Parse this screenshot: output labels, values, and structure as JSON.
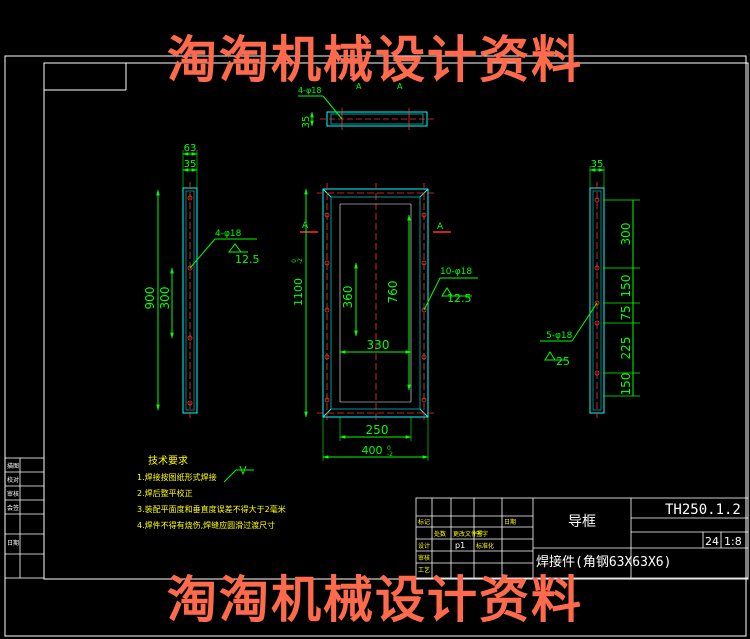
{
  "watermark": "淘淘机械设计资料",
  "colors": {
    "frame": "#ffffff",
    "outline": "#00ffff",
    "centerline": "#ff3030",
    "dimension": "#00ff00",
    "watermark": "#ff6a4d",
    "yellow_text": "#ffff00"
  },
  "views": {
    "top": {
      "holes": "4-φ18",
      "height": "35",
      "section": "A",
      "section2": "A"
    },
    "left": {
      "width1": "63",
      "width2": "35",
      "holes": "4-φ18",
      "rough": "12.5",
      "total": "900",
      "pitch": "300"
    },
    "front": {
      "section_left": "A",
      "section_right": "A",
      "height": "1100",
      "height_tol": "0\n-2",
      "inner_h": "760",
      "sub_h": "360",
      "inner_w": "330",
      "slot_w": "250",
      "width": "400",
      "width_tol": "0\n-2",
      "holes": "10-φ18",
      "rough": "12.5"
    },
    "right": {
      "width": "35",
      "holes": "5-φ18",
      "rough": "25",
      "dims": [
        "300",
        "150",
        "75",
        "225",
        "150"
      ]
    }
  },
  "notes": {
    "title": "技术要求",
    "items": [
      "1.焊接按图纸形式焊接",
      "2.焊后整平校正",
      "3.装配平面度和垂直度误差不得大于2毫米",
      "4.焊件不得有烧伤,焊缝应圆滑过渡尺寸"
    ]
  },
  "title_block": {
    "drawing_no": "TH250.1.2",
    "part_name": "导框",
    "material": "焊接件(角钢63X63X6)",
    "quantity": "24",
    "scale": "1:8",
    "sheet": "p1",
    "left_labels": [
      "描图",
      "校对",
      "审核",
      "会签",
      "日期"
    ],
    "row_labels": [
      "标记",
      "处数",
      "更改文件号",
      "签字",
      "日期",
      "设计",
      "审核",
      "工艺",
      "标准化"
    ]
  }
}
